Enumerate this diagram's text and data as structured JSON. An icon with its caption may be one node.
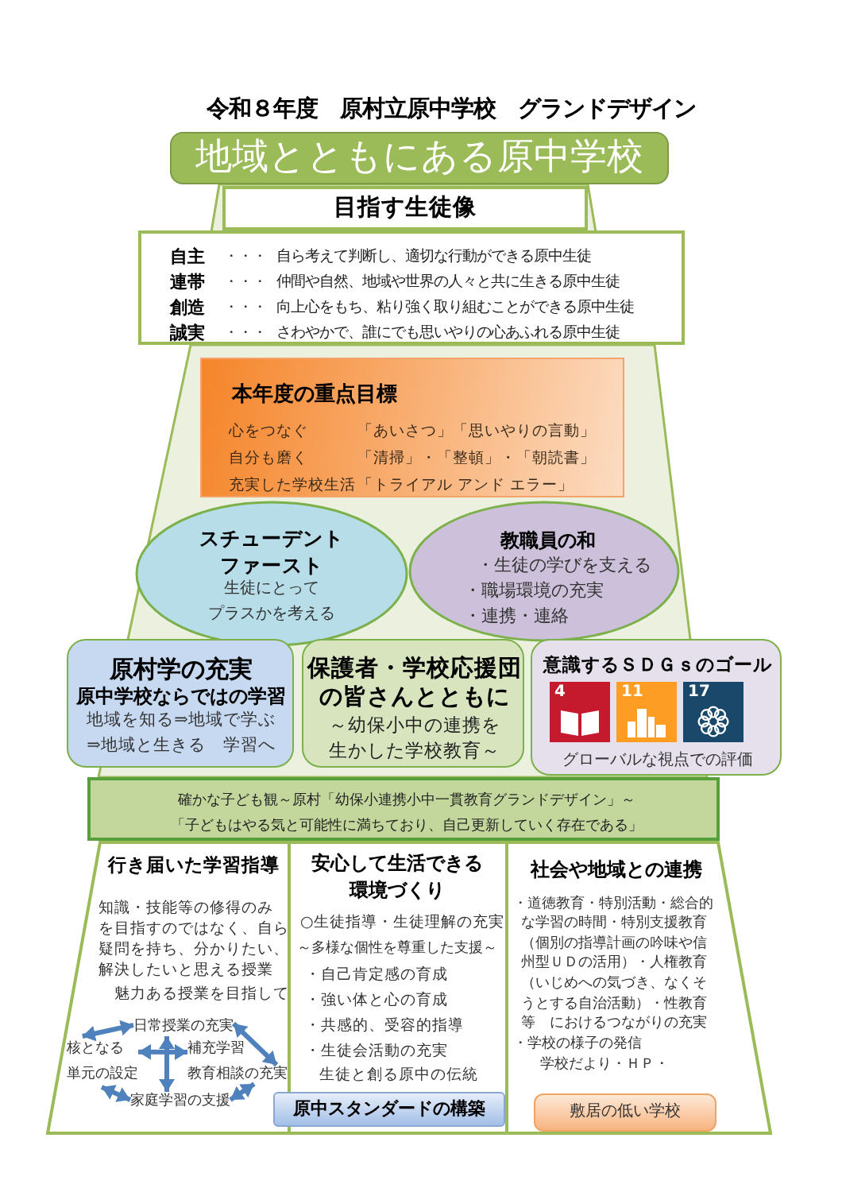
{
  "diagram": {
    "title": "令和８年度　原村立原中学校　グランドデザイン",
    "nodes": [
      {
        "text": [
          "地域とともにある原中学校"
        ]
      },
      {
        "text": [
          "目指す生徒像"
        ]
      },
      {
        "text": [
          "自主",
          "・・・",
          "自ら考えて判断し、適切な行動ができる原中生徒",
          "連帯",
          "・・・",
          "仲間や自然、地域や世界の人々と共に生きる原中生徒",
          "創造",
          "・・・",
          "向上心をもち、粘り強く取り組むことができる原中生徒",
          "誠実",
          "・・・",
          "さわやかで、誰にでも思いやりの心あふれる原中生徒"
        ]
      },
      {
        "text": [
          "本年度の重点目標",
          "心をつなぐ",
          "「あいさつ」「思いやりの言動」",
          "自分も磨く",
          "「清掃」・「整頓」・「朝読書」",
          "充実した学校生活",
          "「トライアル アンド エラー」"
        ]
      },
      {
        "text": [
          "スチューデントファースト",
          "生徒にとってプラスかを考える"
        ]
      },
      {
        "text": [
          "教職員の和",
          "・生徒の学びを支える",
          "・職場環境の充実",
          "・連携・連絡"
        ]
      },
      {
        "text": [
          "原村学の充実",
          "原中学校ならではの学習",
          "地域を知る⇒地域で学ぶ⇒地域と生きる　学習へ"
        ]
      },
      {
        "text": [
          "保護者・学校応援団の皆さんとともに",
          "～幼保小中の連携を生かした学校教育～"
        ]
      },
      {
        "text": [
          "意識するＳＤＧｓのゴール",
          "グローバルな視点での評価"
        ]
      },
      {
        "text": [
          "確かな子ども観～原村「幼保小連携小中一貫教育グランドデザイン」～",
          "「子どもはやる気と可能性に満ちており、自己更新していく存在である」"
        ]
      },
      {
        "text": [
          "行き届いた学習指導",
          "知識・技能等の修得のみを目指すのではなく、自ら疑問を持ち、分かりたい、解決したいと思える授業",
          "魅力ある授業を目指して"
        ]
      },
      {
        "text": [
          "日常授業の充実"
        ],
        "in": 10
      },
      {
        "text": [
          "核となる単元の設定"
        ],
        "in": 10
      },
      {
        "text": [
          "補充学習"
        ],
        "in": 10
      },
      {
        "text": [
          "教育相談の充実"
        ],
        "in": 10
      },
      {
        "text": [
          "家庭学習の支援"
        ],
        "in": 10
      },
      {
        "text": [
          "安心して生活できる環境づくり",
          "○生徒指導・生徒理解の充実",
          "～多様な個性を尊重した支援～",
          "・自己肯定感の育成",
          "・強い体と心の育成",
          "・共感的、受容的指導",
          "・生徒会活動の充実",
          "生徒と創る原中の伝統"
        ]
      },
      {
        "text": [
          "原中スタンダードの構築"
        ]
      },
      {
        "text": [
          "社会や地域との連携",
          "・道徳教育・特別活動・総合的な学習の時間・特別支援教育（個別の指導計画の吟味や信州型ＵＤの活用）・人権教育（いじめへの気づき、なくそうとする自治活動）・性教育等　におけるつながりの充実",
          "・学校の様子の発信",
          "学校だより・ＨＰ・"
        ]
      },
      {
        "text": [
          "敷居の低い学校"
        ],
        "in": 18
      }
    ],
    "edges": [
      {
        "from": 12,
        "to": 11,
        "arrow": "both"
      },
      {
        "from": 11,
        "to": 14,
        "arrow": "both"
      },
      {
        "from": 14,
        "to": 15,
        "arrow": "both"
      },
      {
        "from": 15,
        "to": 12,
        "arrow": "both"
      },
      {
        "from": 11,
        "to": 15,
        "arrow": "both"
      },
      {
        "from": 12,
        "to": 13,
        "arrow": "both"
      }
    ],
    "labels": [
      "4",
      "11",
      "17"
    ]
  }
}
